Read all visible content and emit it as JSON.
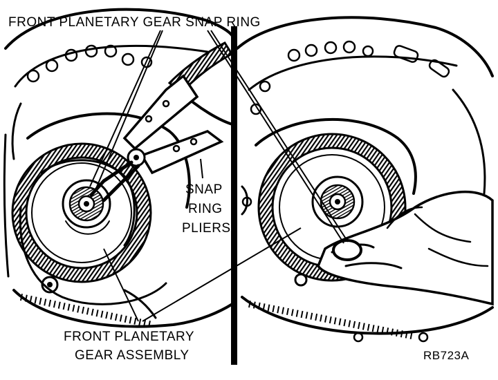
{
  "labels": {
    "top": "FRONT PLANETARY GEAR SNAP RING",
    "pliers_line1": "SNAP",
    "pliers_line2": "RING",
    "pliers_line3": "PLIERS",
    "bottom_line1": "FRONT PLANETARY",
    "bottom_line2": "GEAR ASSEMBLY",
    "code": "RB723A"
  }
}
